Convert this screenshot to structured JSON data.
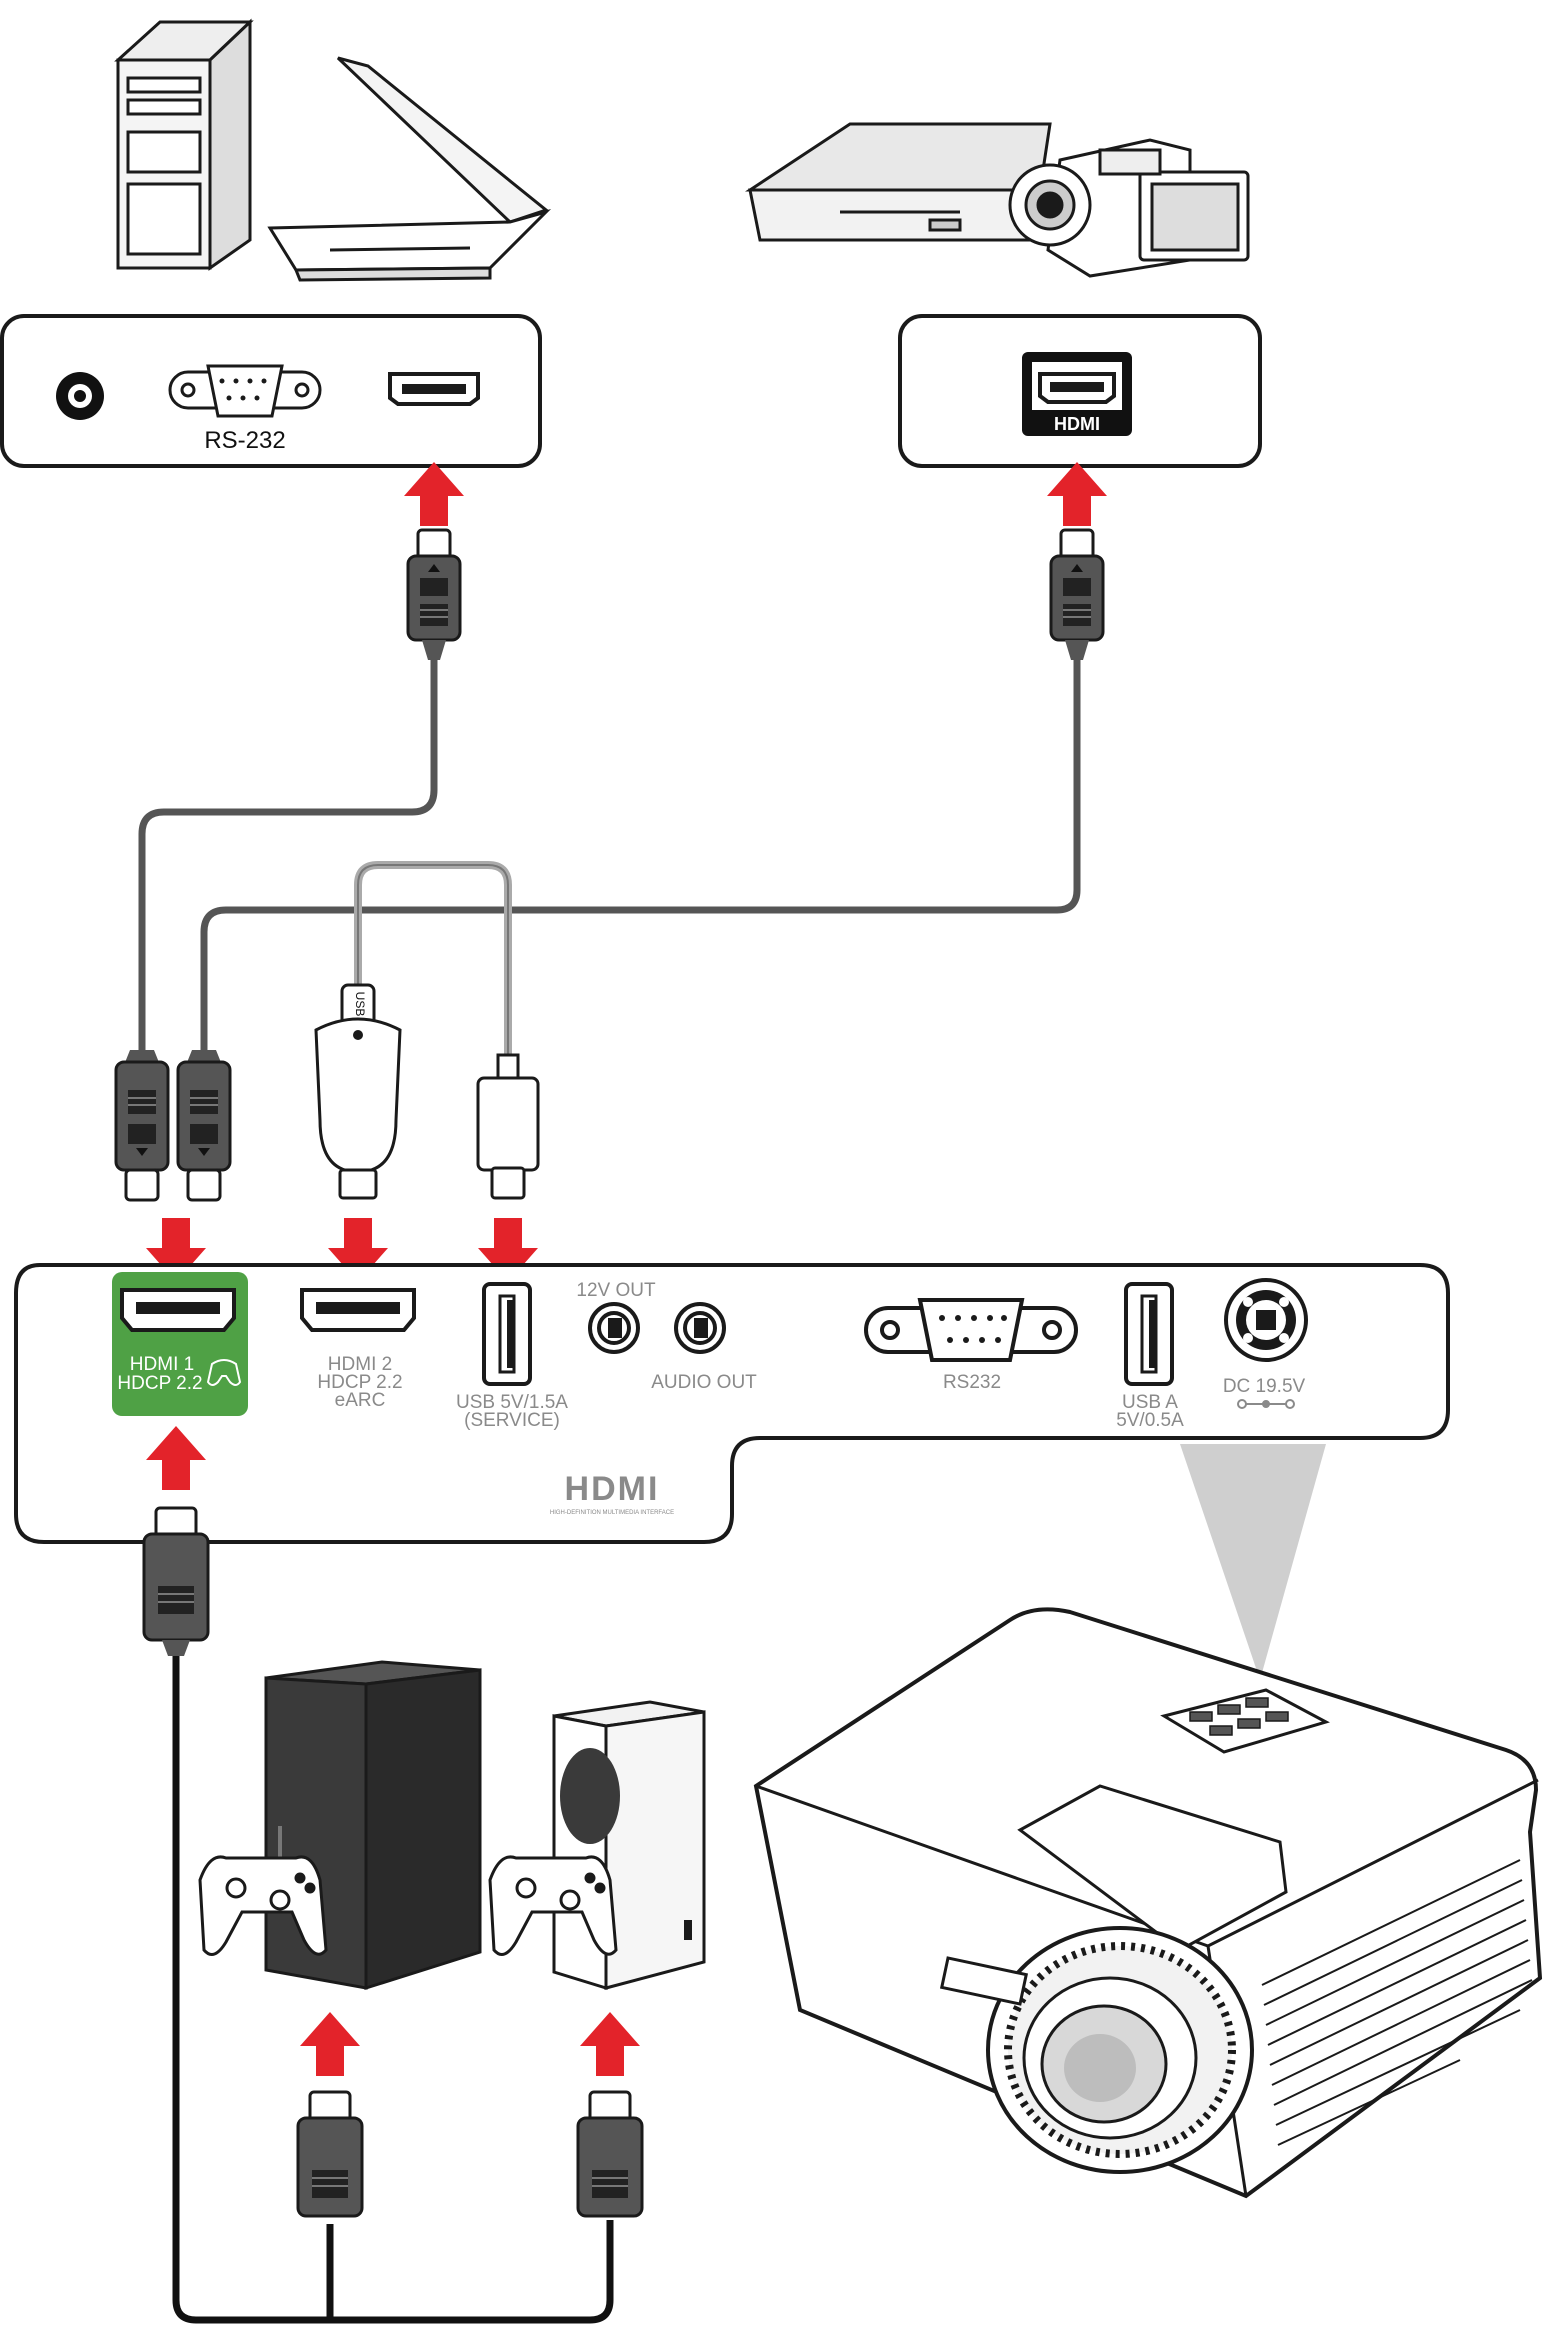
{
  "source_panel_left": {
    "rs232_label": "RS-232"
  },
  "source_panel_right": {
    "hdmi_label": "HDMI"
  },
  "usb_dongle": {
    "label": "USB"
  },
  "projector_panel": {
    "hdmi1_label_line1": "HDMI 1",
    "hdmi1_label_line2": "HDCP 2.2",
    "hdmi2_label_line1": "HDMI 2",
    "hdmi2_label_line2": "HDCP 2.2",
    "hdmi2_label_line3": "eARC",
    "usb_service_line1": "USB 5V/1.5A",
    "usb_service_line2": "(SERVICE)",
    "out12v_label": "12V OUT",
    "audio_out_label": "AUDIO OUT",
    "rs232_label": "RS232",
    "usba_line1": "USB A",
    "usba_line2": "5V/0.5A",
    "dc_label": "DC 19.5V",
    "hdmi_logo": "HDMI",
    "hdmi_logo_sub": "HIGH-DEFINITION MULTIMEDIA INTERFACE"
  },
  "colors": {
    "arrow": "#e3232a",
    "hdmi1_highlight": "#4fa145",
    "cable_dark": "#555555",
    "cable_light": "#9a9a9a",
    "outline": "#1a1a1a",
    "console_dark": "#3a3a3a"
  },
  "icons": [
    "desktop-pc-icon",
    "laptop-icon",
    "dvd-player-icon",
    "camcorder-icon",
    "projector-icon",
    "xbox-series-x-icon",
    "xbox-series-s-icon",
    "game-controller-icon"
  ]
}
